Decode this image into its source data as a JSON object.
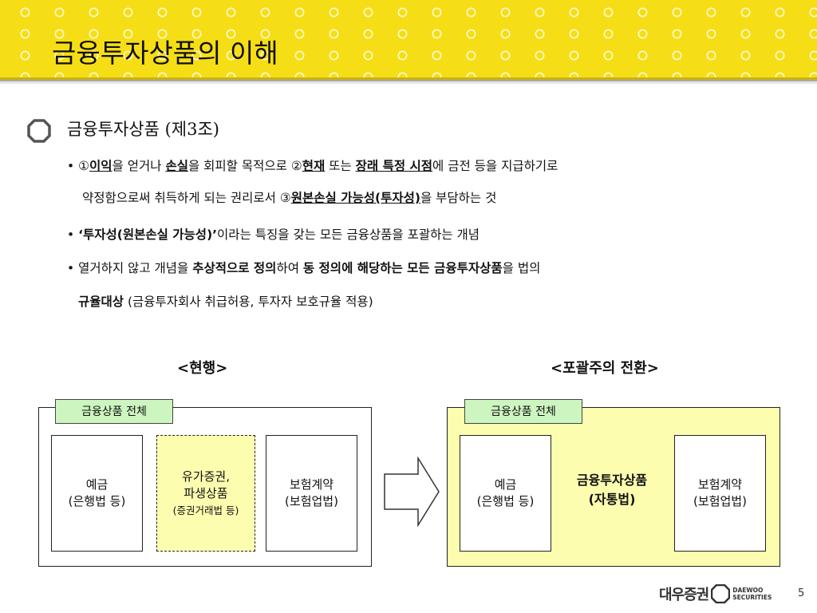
{
  "title": "금융투자상품의 이해",
  "subhead": "금융투자상품 (제3조)",
  "bullet": "•",
  "bullets": {
    "b1": {
      "n1": "①",
      "t1": "이익",
      "t2": "을 얻거나 ",
      "t3": "손실",
      "t4": "을 회피할 목적으로 ",
      "n2": "②",
      "t5": "현재",
      "t6": " 또는 ",
      "t7": "장래 특정 시점",
      "t8": "에 금전 등을 지급하기로",
      "c1": "약정함으로써 취득하게 되는 권리로서 ",
      "n3": "③",
      "c2": "원본손실 가능성(투자성)",
      "c3": "을 부담하는 것"
    },
    "b2": {
      "t1": "‘투자성(원본손실 가능성)’",
      "t2": "이라는 특징을 갖는 모든 금융상품을 포괄하는 개념"
    },
    "b3": {
      "t1": "열거하지 않고 개념을 ",
      "t2": "추상적으로 정의",
      "t3": "하여 ",
      "t4": "동 정의에 해당하는 모든 금융투자상품",
      "t5": "을 법의",
      "c1": "규율대상",
      "c2": " (금융투자회사 취급허용, 투자자 보호규율 적용)"
    }
  },
  "diagram": {
    "left": {
      "caption": "<현행>",
      "tag": "금융상품 전체",
      "deposit": [
        "예금",
        "(은행법 등)"
      ],
      "securities": [
        "유가증권,",
        "파생상품",
        "(증권거래법 등)"
      ],
      "insurance": [
        "보험계약",
        "(보험업법)"
      ]
    },
    "right": {
      "caption": "<포괄주의 전환>",
      "tag": "금융상품 전체",
      "deposit": [
        "예금",
        "(은행법 등)"
      ],
      "center": [
        "금융투자상품",
        "(자통법)"
      ],
      "insurance": [
        "보험계약",
        "(보험업법)"
      ]
    }
  },
  "footer": {
    "logo_ko": "대우증권",
    "logo_en": [
      "DAEWOO",
      "SECURITIES"
    ],
    "page": "5"
  },
  "colors": {
    "header_yellow": "#f6de16",
    "tag_green": "#cdf5c0",
    "highlight_yellow": "#fdfdb0"
  },
  "icons": [
    "octagon-bullet-icon",
    "right-arrow-icon",
    "daewoo-logo-icon"
  ]
}
